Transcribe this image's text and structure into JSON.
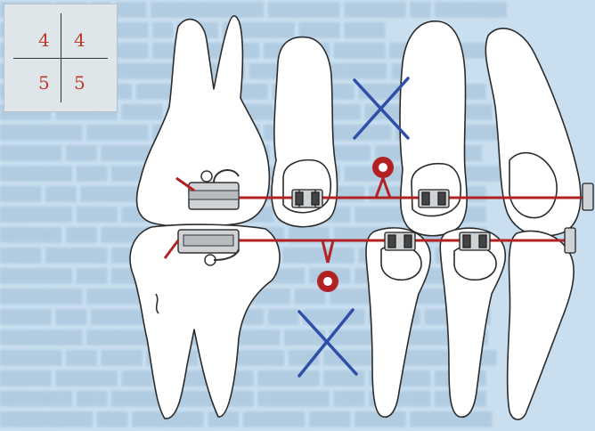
{
  "quadrant": {
    "upper_left": "4",
    "upper_right": "4",
    "lower_left": "5",
    "lower_right": "5"
  },
  "colors": {
    "background": "#c9dff0",
    "archwire": "#b22222",
    "extraction_mark": "#2f4fa8",
    "tooth_outline": "#2b2b2b"
  },
  "icons": [
    "tooth-outline",
    "bracket-icon",
    "molar-tube-icon",
    "loop-icon",
    "extraction-cross-icon",
    "open-coil-spring"
  ]
}
